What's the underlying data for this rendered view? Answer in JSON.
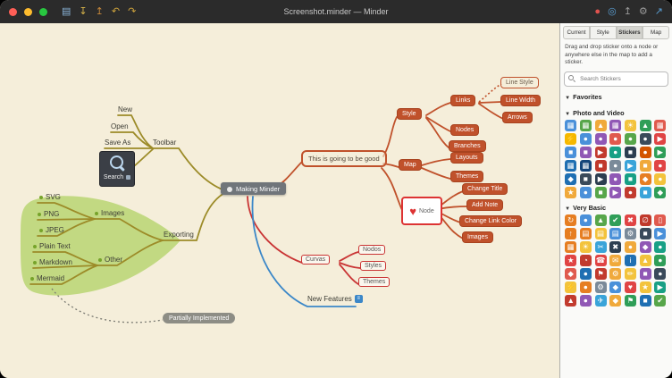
{
  "window": {
    "title": "Screenshot.minder — Minder"
  },
  "titlebar": {
    "icons": {
      "new": "▤",
      "save": "↧",
      "export": "↥",
      "undo": "↶",
      "redo": "↷",
      "record": "●",
      "zoom": "◎",
      "share": "↥",
      "settings": "⚙",
      "fullscreen": "↗"
    }
  },
  "colors": {
    "canvas": "#f5eeda",
    "olive": "#9c8b28",
    "orange": "#c0512b",
    "red": "#c93434",
    "blue": "#3b87c8",
    "blob": "#bdd77b"
  },
  "mindmap": {
    "root": "Making Minder",
    "toolbar": "Toolbar",
    "new": "New",
    "open": "Open",
    "save_as": "Save As",
    "search": "Search",
    "exporting": "Exporting",
    "images": "Images",
    "svg": "SVG",
    "png": "PNG",
    "jpeg": "JPEG",
    "other": "Other",
    "plain_text": "Plain Text",
    "markdown": "Markdown",
    "mermaid": "Mermaid",
    "partially_implemented": "Partially Implemented",
    "good": "This is going to be good",
    "style": "Style",
    "links": "Links",
    "line_style": "Line Style",
    "line_width": "Line Width",
    "arrows": "Arrows",
    "nodes": "Nodes",
    "branches": "Branches",
    "map": "Map",
    "layouts": "Layouts",
    "themes_map": "Themes",
    "node": "Node",
    "heart": "♥",
    "change_title": "Change Title",
    "add_note": "Add Note",
    "change_link_color": "Change Link Color",
    "images_node": "Images",
    "curvas": "Curvas",
    "nodos": "Nodos",
    "styles_c": "Styles",
    "themes_c": "Themes",
    "new_features": "New Features",
    "note_glyph": "≡"
  },
  "sidebar": {
    "tabs": [
      "Current",
      "Style",
      "Stickers",
      "Map"
    ],
    "active_tab": "Stickers",
    "description": "Drag and drop sticker onto a node or anywhere else in the map to add a sticker.",
    "search_placeholder": "Search Stickers",
    "caret": "▼",
    "sections": [
      {
        "title": "Favorites",
        "stickers": []
      },
      {
        "title": "Photo and Video",
        "stickers": [
          {
            "g": "▦",
            "c": "#4a90d9"
          },
          {
            "g": "▦",
            "c": "#57a64a"
          },
          {
            "g": "▲",
            "c": "#f0a93b"
          },
          {
            "g": "▦",
            "c": "#9058b5"
          },
          {
            "g": "☀",
            "c": "#f3c33c"
          },
          {
            "g": "▲",
            "c": "#2f9e58"
          },
          {
            "g": "▦",
            "c": "#e05a4e"
          },
          {
            "g": "⚡",
            "c": "#f5b800"
          },
          {
            "g": "●",
            "c": "#4a90d9"
          },
          {
            "g": "●",
            "c": "#9058b5"
          },
          {
            "g": "●",
            "c": "#e05a4e"
          },
          {
            "g": "●",
            "c": "#57a64a"
          },
          {
            "g": "●",
            "c": "#3a4a5a"
          },
          {
            "g": "▶",
            "c": "#e04444"
          },
          {
            "g": "■",
            "c": "#4a90d9"
          },
          {
            "g": "■",
            "c": "#9058b5"
          },
          {
            "g": "▶",
            "c": "#c23b2e"
          },
          {
            "g": "●",
            "c": "#18a085"
          },
          {
            "g": "■",
            "c": "#2c3e50"
          },
          {
            "g": "●",
            "c": "#d35400"
          },
          {
            "g": "▶",
            "c": "#2f9e58"
          },
          {
            "g": "▦",
            "c": "#1f6fb2"
          },
          {
            "g": "▦",
            "c": "#14457a"
          },
          {
            "g": "■",
            "c": "#c0392b"
          },
          {
            "g": "●",
            "c": "#7a8a99"
          },
          {
            "g": "▶",
            "c": "#3aa4d9"
          },
          {
            "g": "■",
            "c": "#f0a93b"
          },
          {
            "g": "●",
            "c": "#e04444"
          },
          {
            "g": "◆",
            "c": "#1f6fb2"
          },
          {
            "g": "■",
            "c": "#3a4a5a"
          },
          {
            "g": "▶",
            "c": "#2c3e50"
          },
          {
            "g": "●",
            "c": "#9058b5"
          },
          {
            "g": "■",
            "c": "#18a085"
          },
          {
            "g": "◆",
            "c": "#e67e22"
          },
          {
            "g": "●",
            "c": "#f3c33c"
          },
          {
            "g": "★",
            "c": "#f0a93b"
          },
          {
            "g": "●",
            "c": "#4a90d9"
          },
          {
            "g": "■",
            "c": "#57a64a"
          },
          {
            "g": "▶",
            "c": "#9058b5"
          },
          {
            "g": "●",
            "c": "#c23b2e"
          },
          {
            "g": "■",
            "c": "#3aa4d9"
          },
          {
            "g": "◆",
            "c": "#2f9e58"
          }
        ]
      },
      {
        "title": "Very Basic",
        "stickers": [
          {
            "g": "↻",
            "c": "#e67e22"
          },
          {
            "g": "●",
            "c": "#4a90d9"
          },
          {
            "g": "▲",
            "c": "#57a64a"
          },
          {
            "g": "✔",
            "c": "#2f9e58"
          },
          {
            "g": "✖",
            "c": "#e04444"
          },
          {
            "g": "∅",
            "c": "#c0392b"
          },
          {
            "g": "▯",
            "c": "#e05a4e"
          },
          {
            "g": "↑",
            "c": "#e67e22"
          },
          {
            "g": "▤",
            "c": "#e67e22"
          },
          {
            "g": "▤",
            "c": "#f3c33c"
          },
          {
            "g": "▤",
            "c": "#4a90d9"
          },
          {
            "g": "⚙",
            "c": "#7a8a99"
          },
          {
            "g": "■",
            "c": "#3a4a5a"
          },
          {
            "g": "▶",
            "c": "#4a90d9"
          },
          {
            "g": "▦",
            "c": "#e67e22"
          },
          {
            "g": "☀",
            "c": "#f3c33c"
          },
          {
            "g": "✂",
            "c": "#3aa4d9"
          },
          {
            "g": "✖",
            "c": "#2c3e50"
          },
          {
            "g": "●",
            "c": "#f0a93b"
          },
          {
            "g": "◆",
            "c": "#9058b5"
          },
          {
            "g": "●",
            "c": "#18a085"
          },
          {
            "g": "★",
            "c": "#e04444"
          },
          {
            "g": "◔",
            "c": "#c23b2e"
          },
          {
            "g": "☎",
            "c": "#e04444"
          },
          {
            "g": "✉",
            "c": "#f0a93b"
          },
          {
            "g": "i",
            "c": "#1f6fb2"
          },
          {
            "g": "▲",
            "c": "#f3c33c"
          },
          {
            "g": "●",
            "c": "#2f9e58"
          },
          {
            "g": "◆",
            "c": "#e05a4e"
          },
          {
            "g": "●",
            "c": "#1f6fb2"
          },
          {
            "g": "⚑",
            "c": "#c23b2e"
          },
          {
            "g": "⚙",
            "c": "#f0a93b"
          },
          {
            "g": "✏",
            "c": "#f3c33c"
          },
          {
            "g": "■",
            "c": "#9058b5"
          },
          {
            "g": "●",
            "c": "#3a4a5a"
          },
          {
            "g": "⚡",
            "c": "#f3c33c"
          },
          {
            "g": "●",
            "c": "#e67e22"
          },
          {
            "g": "⚙",
            "c": "#7a8a99"
          },
          {
            "g": "◆",
            "c": "#4a90d9"
          },
          {
            "g": "♥",
            "c": "#e04444"
          },
          {
            "g": "★",
            "c": "#f3c33c"
          },
          {
            "g": "▶",
            "c": "#18a085"
          },
          {
            "g": "▲",
            "c": "#c23b2e"
          },
          {
            "g": "●",
            "c": "#9058b5"
          },
          {
            "g": "✈",
            "c": "#3aa4d9"
          },
          {
            "g": "◆",
            "c": "#f0a93b"
          },
          {
            "g": "⚑",
            "c": "#2f9e58"
          },
          {
            "g": "■",
            "c": "#1f6fb2"
          },
          {
            "g": "✔",
            "c": "#57a64a"
          }
        ]
      }
    ]
  }
}
